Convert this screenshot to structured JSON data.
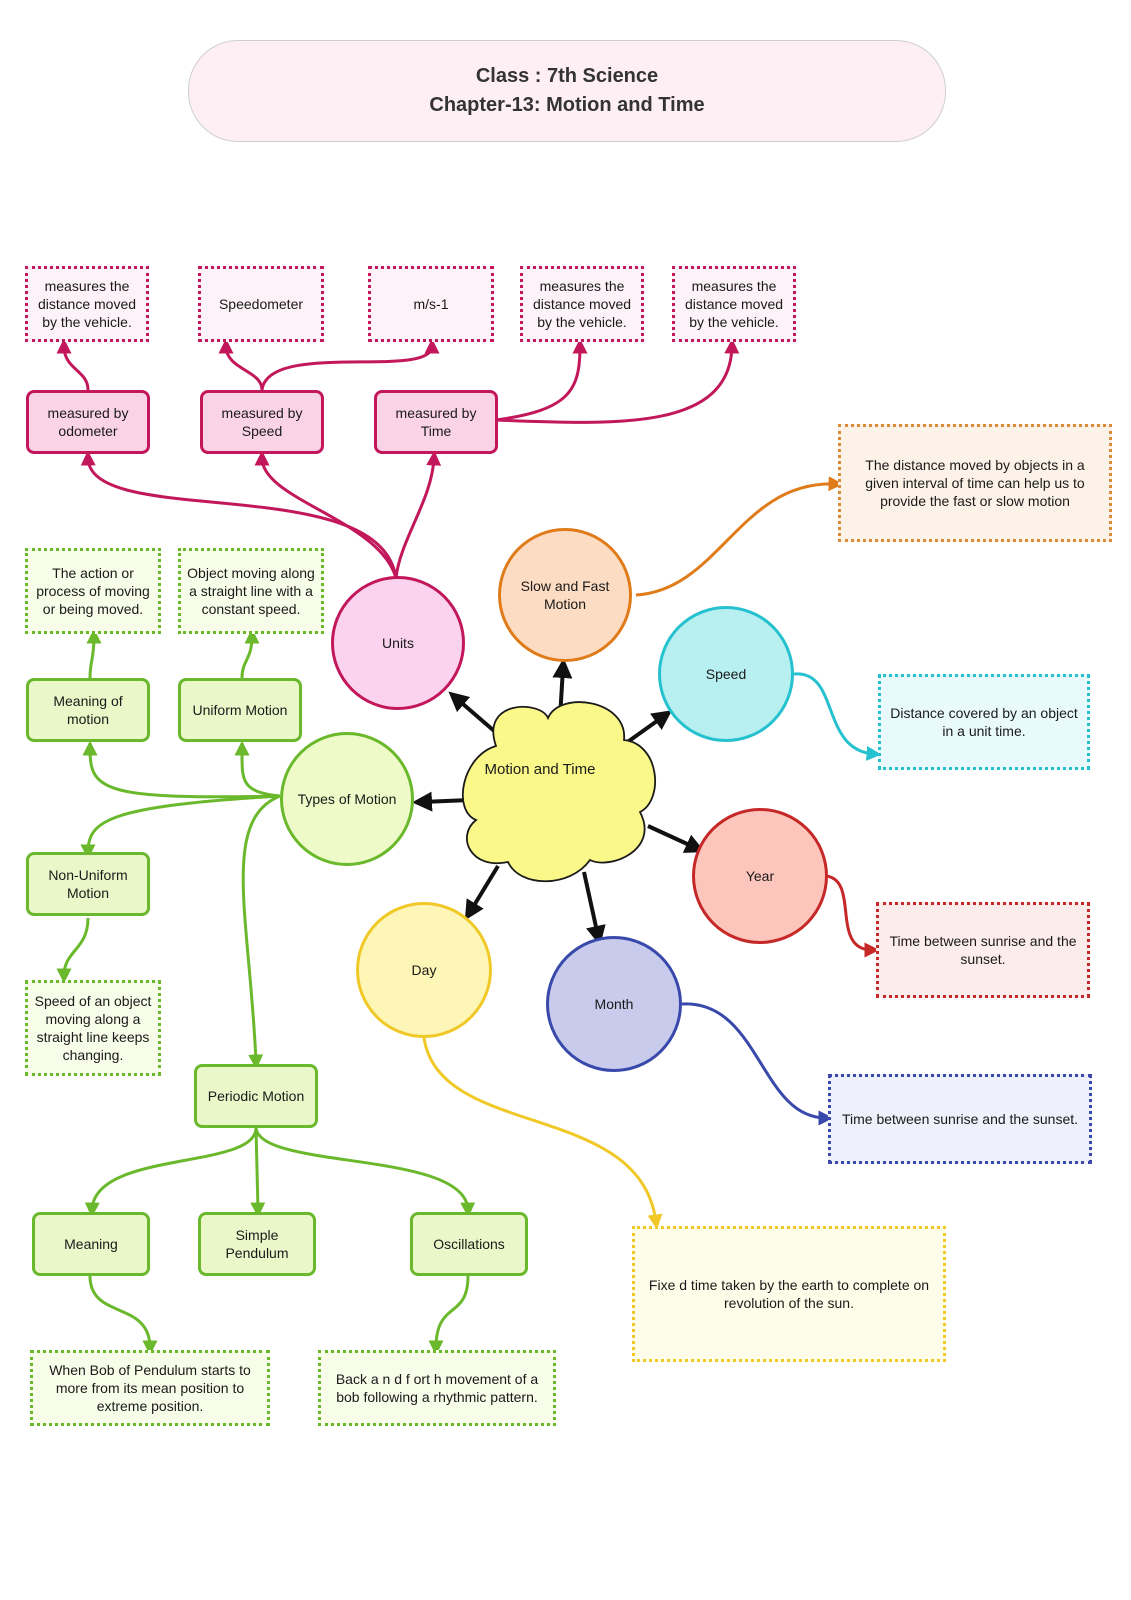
{
  "header": {
    "line1": "Class : 7th Science",
    "line2": "Chapter-13: Motion and Time"
  },
  "center": {
    "label": "Motion and Time"
  },
  "colors": {
    "pink": "#c2185b",
    "green": "#6ab82b",
    "orange": "#e07b1a",
    "cyan": "#26c1cf",
    "red": "#c62828",
    "blue": "#3949ab",
    "yellow": "#f0c929",
    "cloud": "#fbf88a"
  },
  "units_branch": {
    "hub": "Units",
    "items": [
      {
        "label": "measured by odometer",
        "details": [
          "measures the distance moved by the vehicle."
        ]
      },
      {
        "label": "measured by Speed",
        "details": [
          "Speedometer",
          "m/s-1"
        ]
      },
      {
        "label": "measured by Time",
        "details": [
          "measures the distance moved by the vehicle.",
          "measures the distance moved by the vehicle."
        ]
      }
    ]
  },
  "slow_fast": {
    "label": "Slow and Fast Motion",
    "detail": "The distance moved by objects in a given interval of time can help us to provide the fast or slow motion"
  },
  "speed": {
    "label": "Speed",
    "detail": "Distance covered by an object in a unit time."
  },
  "year": {
    "label": "Year",
    "detail": "Time between sunrise and the sunset."
  },
  "month": {
    "label": "Month",
    "detail": "Time between sunrise and the sunset."
  },
  "day": {
    "label": "Day",
    "detail": "Fixe d time taken by the earth to complete on revolution of the sun."
  },
  "types_branch": {
    "hub": "Types of Motion",
    "meaning": {
      "label": "Meaning of motion",
      "detail": "The action or process of moving or being moved."
    },
    "uniform": {
      "label": "Uniform Motion",
      "detail": "Object moving along a straight line with a constant speed."
    },
    "non_uniform": {
      "label": "Non-Uniform Motion",
      "detail": "Speed of an object moving along a straight line keeps changing."
    },
    "periodic": {
      "label": "Periodic Motion",
      "meaning": {
        "label": "Meaning",
        "detail": "When Bob of Pendulum starts to more from its mean position to extreme position."
      },
      "simple_pendulum": {
        "label": "Simple Pendulum"
      },
      "oscillations": {
        "label": "Oscillations",
        "detail": "Back a n d f ort h movement of a bob following a rhythmic pattern."
      }
    }
  }
}
